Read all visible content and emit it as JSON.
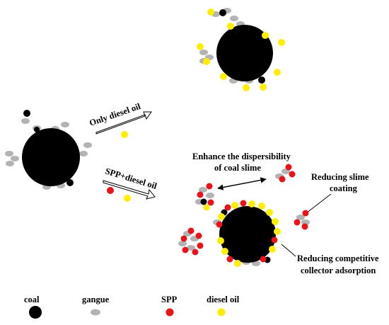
{
  "labels": {
    "arrow_top": "Only diesel oil",
    "arrow_bottom": "SPP+diesel oil",
    "dispersibility_line1": "Enhance the dispersibility",
    "dispersibility_line2": "of coal slime",
    "slime_line1": "Reducing slime",
    "slime_line2": "coating",
    "competitive_line1": "Reducing competitive",
    "competitive_line2": "collector adsorption"
  },
  "legend": [
    {
      "key": "coal",
      "label": "coal",
      "color": "#000000"
    },
    {
      "key": "gangue",
      "label": "gangue",
      "color": "#b3b3b3"
    },
    {
      "key": "spp",
      "label": "SPP",
      "color": "#e8141a"
    },
    {
      "key": "diesel",
      "label": "diesel oil",
      "color": "#ffee00"
    }
  ],
  "colors": {
    "coal": "#000000",
    "gangue": "#b3b3b3",
    "spp": "#e8141a",
    "diesel": "#ffee00"
  }
}
